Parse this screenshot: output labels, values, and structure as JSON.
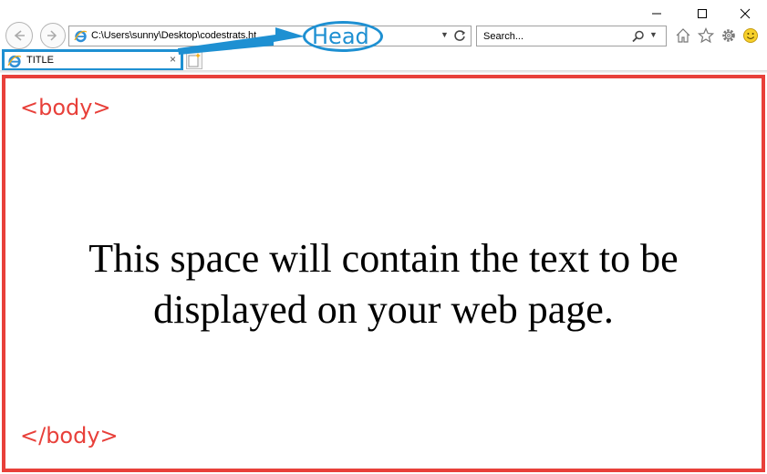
{
  "browser": {
    "address_url": "C:\\Users\\sunny\\Desktop\\codestrats.ht",
    "search_placeholder": "Search...",
    "tab_title": "TITLE",
    "tab_close": "×",
    "icons": [
      "back-icon",
      "forward-icon",
      "ie-favicon",
      "dropdown-icon",
      "refresh-icon",
      "search-icon",
      "home-icon",
      "favorites-star-icon",
      "settings-gear-icon",
      "smiley-feedback-icon",
      "new-tab-icon",
      "minimize-icon",
      "maximize-icon",
      "close-icon"
    ]
  },
  "annotations": {
    "head_label": "Head",
    "head_color": "#1e90d2",
    "body_open_tag": "<body>",
    "body_close_tag": "</body>",
    "body_color": "#e8403a"
  },
  "content": {
    "line1": "This space will contain the text to be",
    "line2": "displayed on your web page."
  }
}
